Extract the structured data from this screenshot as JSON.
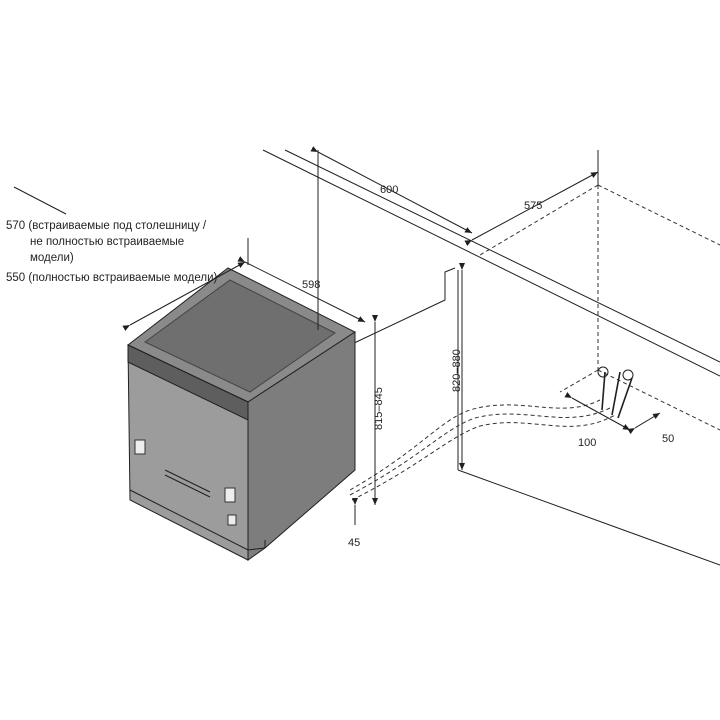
{
  "notes": {
    "depth_570": "570 (встраиваемые под столешницу /",
    "depth_570_line2": "не полностью встраиваемые",
    "depth_570_line3": "модели)",
    "depth_550": "550 (полностью встраиваемые модели)"
  },
  "dimensions": {
    "width_unit": "598",
    "niche_width": "600",
    "niche_depth": "575",
    "unit_height": "815–845",
    "niche_height": "820–880",
    "hose_offset_100": "100",
    "hose_offset_50": "50",
    "plinth_45": "45"
  }
}
